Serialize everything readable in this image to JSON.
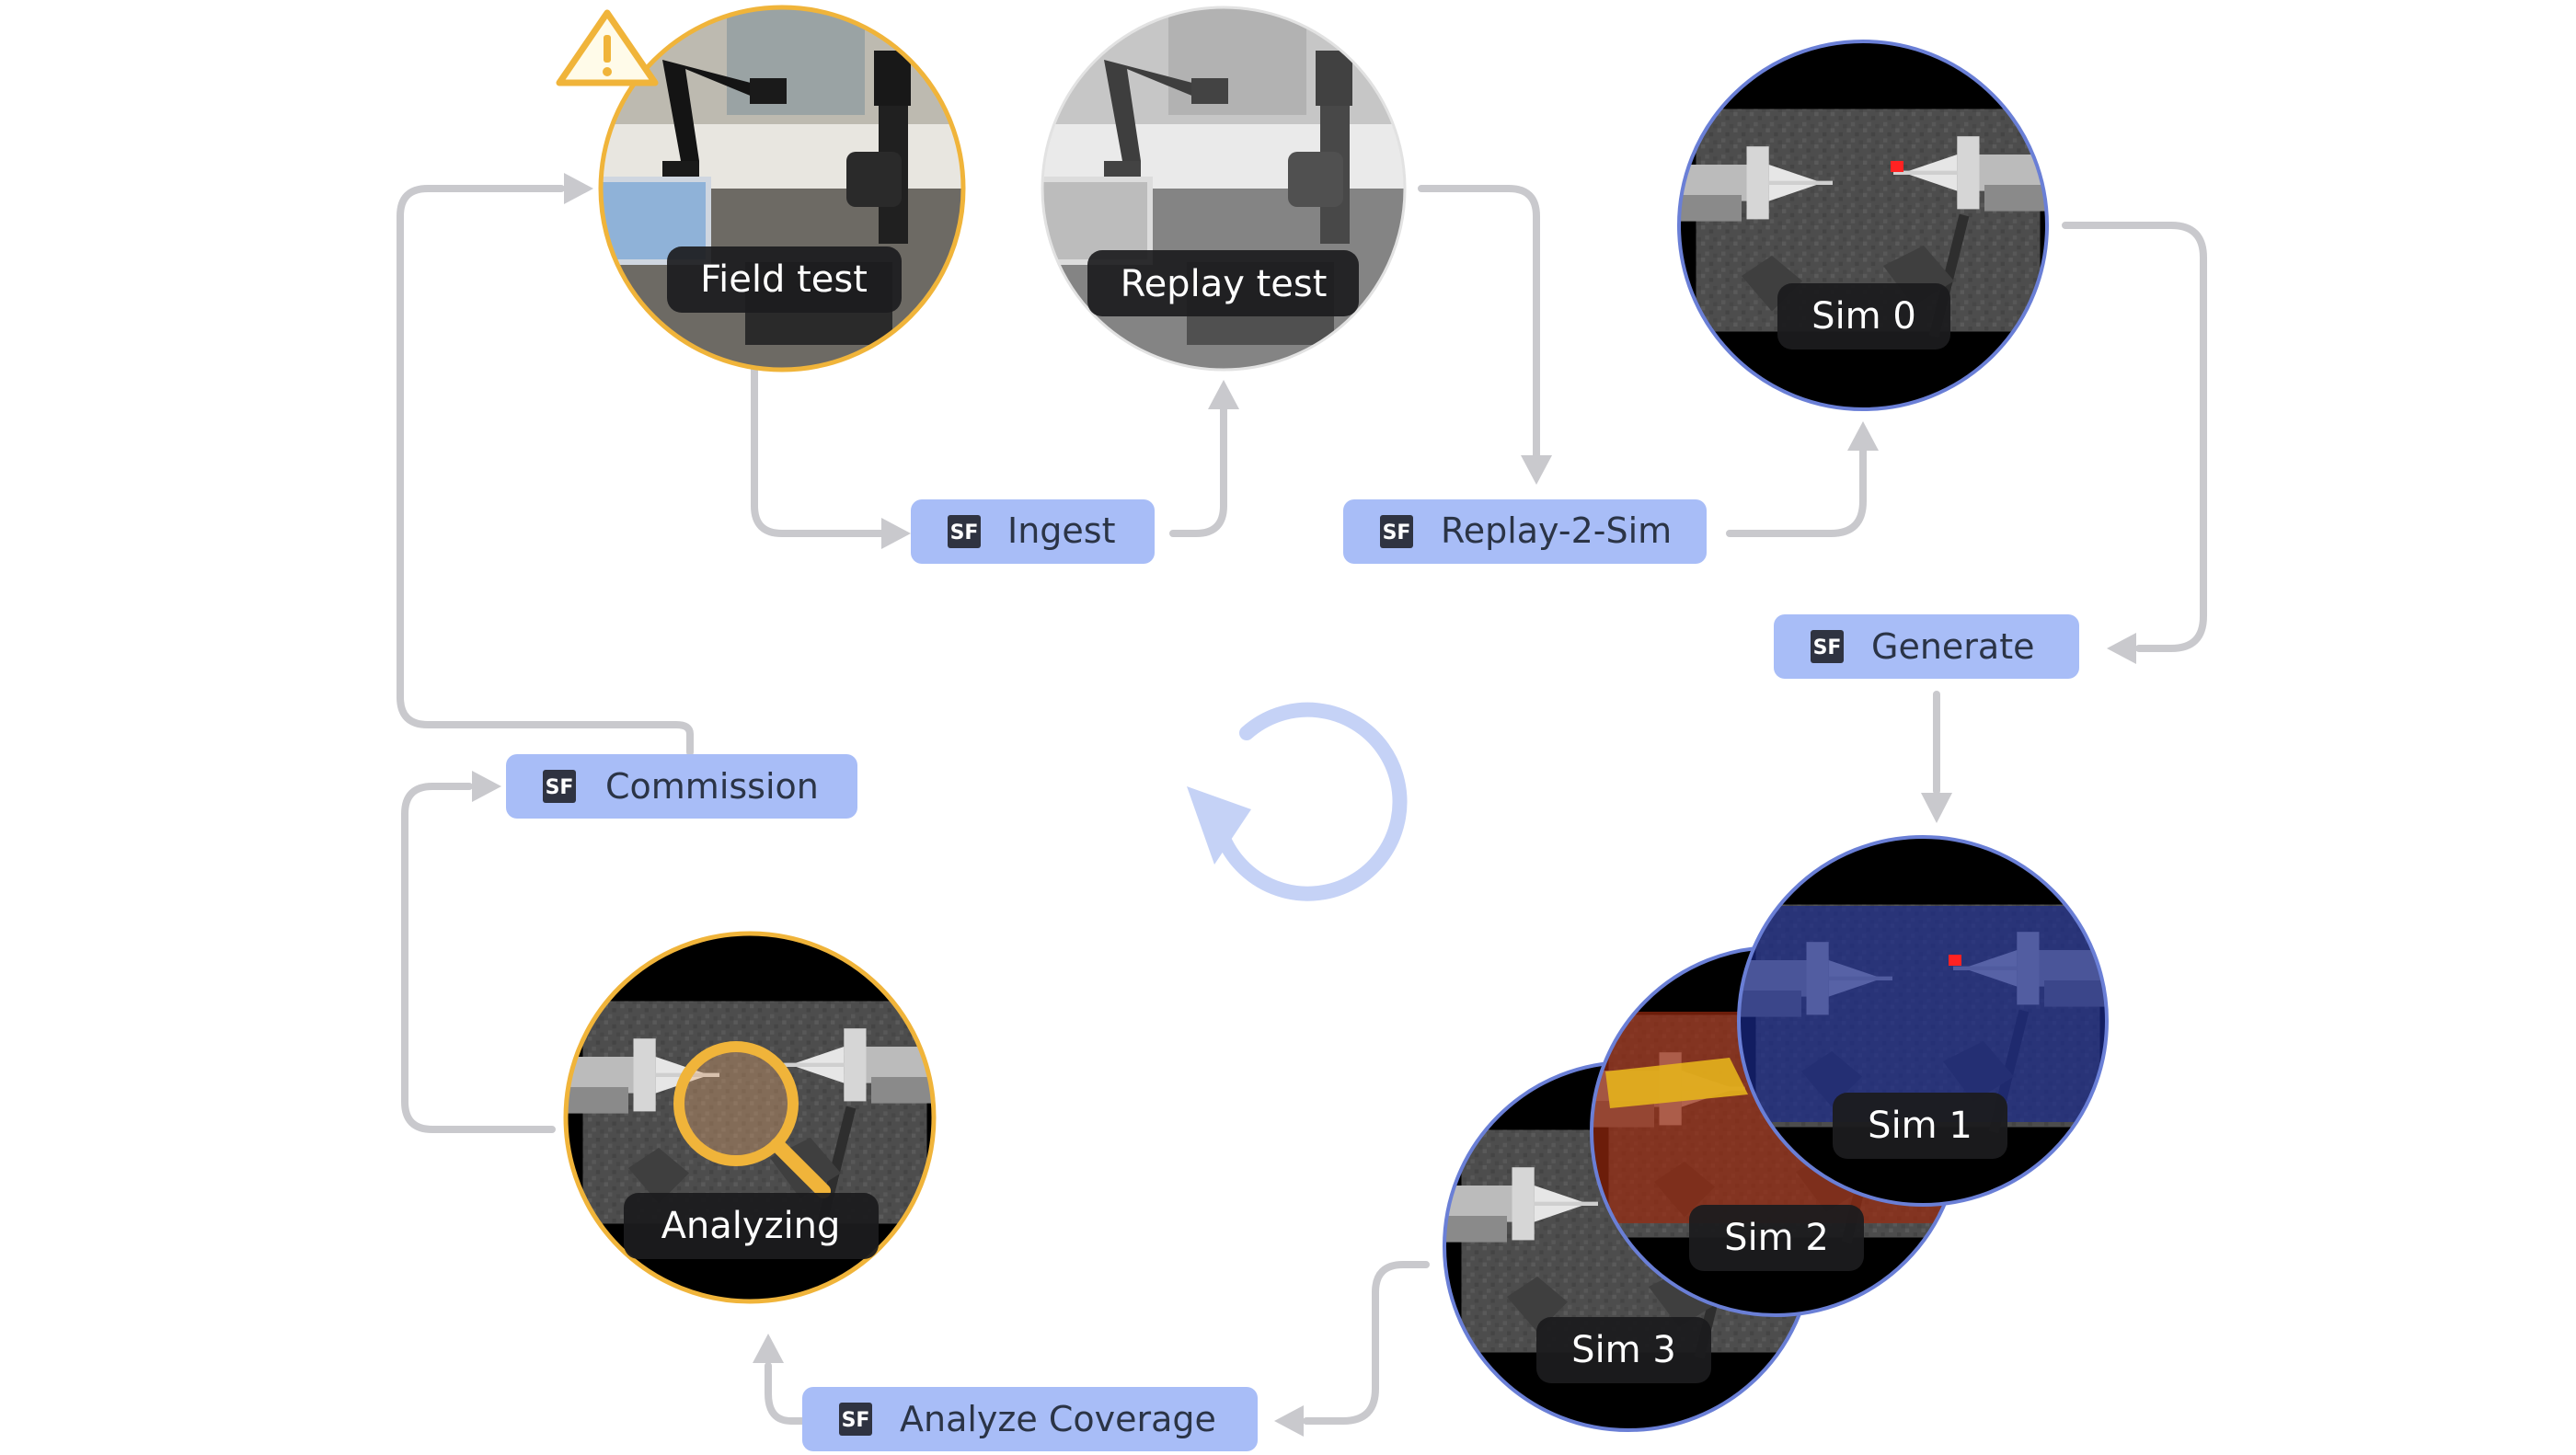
{
  "nodes": {
    "field_test": {
      "label": "Field test"
    },
    "replay_test": {
      "label": "Replay test"
    },
    "sim0": {
      "label": "Sim 0"
    },
    "sim1": {
      "label": "Sim 1"
    },
    "sim2": {
      "label": "Sim 2"
    },
    "sim3": {
      "label": "Sim 3"
    },
    "analyzing": {
      "label": "Analyzing"
    }
  },
  "steps": {
    "ingest": {
      "label": "Ingest",
      "logo": "SF"
    },
    "replay_2_sim": {
      "label": "Replay-2-Sim",
      "logo": "SF"
    },
    "generate": {
      "label": "Generate",
      "logo": "SF"
    },
    "commission": {
      "label": "Commission",
      "logo": "SF"
    },
    "analyze_coverage": {
      "label": "Analyze Coverage",
      "logo": "SF"
    }
  },
  "icons": {
    "warning": "warning-triangle-icon",
    "cycle": "refresh-cycle-icon",
    "magnifier": "magnifying-glass-icon"
  },
  "colors": {
    "step_fill": "#a8bdf7",
    "step_text": "#2b3446",
    "logo_box": "#2f3341",
    "connector": "#c9c9cd",
    "field_ring": "#f0b43a",
    "sim_ring": "#6a7fd6",
    "cycle_icon": "#c5d2f6",
    "label_pill": "#1c1c1e",
    "sim1_tint": "#1a2a8a",
    "sim2_tint": "#9a2a0e"
  }
}
